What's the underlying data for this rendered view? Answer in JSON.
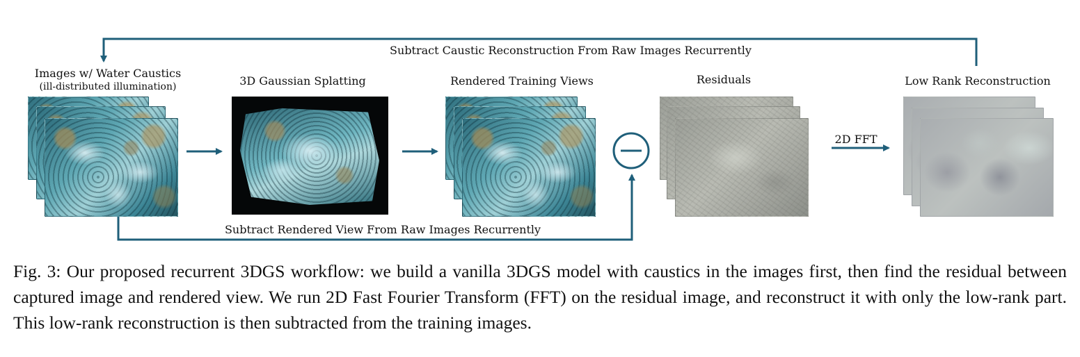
{
  "labels": {
    "images_title": "Images w/ Water Caustics",
    "images_subtitle": "(ill-distributed illumination)",
    "gs_title": "3D Gaussian Splatting",
    "rendered_title": "Rendered Training Views",
    "residuals_title": "Residuals",
    "lowrank_title": "Low Rank Reconstruction",
    "fft_label": "2D FFT",
    "top_loop_label": "Subtract Caustic Reconstruction From Raw Images Recurrently",
    "bottom_loop_label": "Subtract Rendered View From Raw Images Recurrently",
    "minus_symbol": "−"
  },
  "colors": {
    "arrow": "#1f5f7a",
    "background": "#ffffff"
  },
  "caption": "Fig. 3: Our proposed recurrent 3DGS workflow: we build a vanilla 3DGS model with caustics in the images first, then find the residual between captured image and rendered view. We run 2D Fast Fourier Transform (FFT) on the residual image, and reconstruct it with only the low-rank part. This low-rank reconstruction is then subtracted from the training images."
}
